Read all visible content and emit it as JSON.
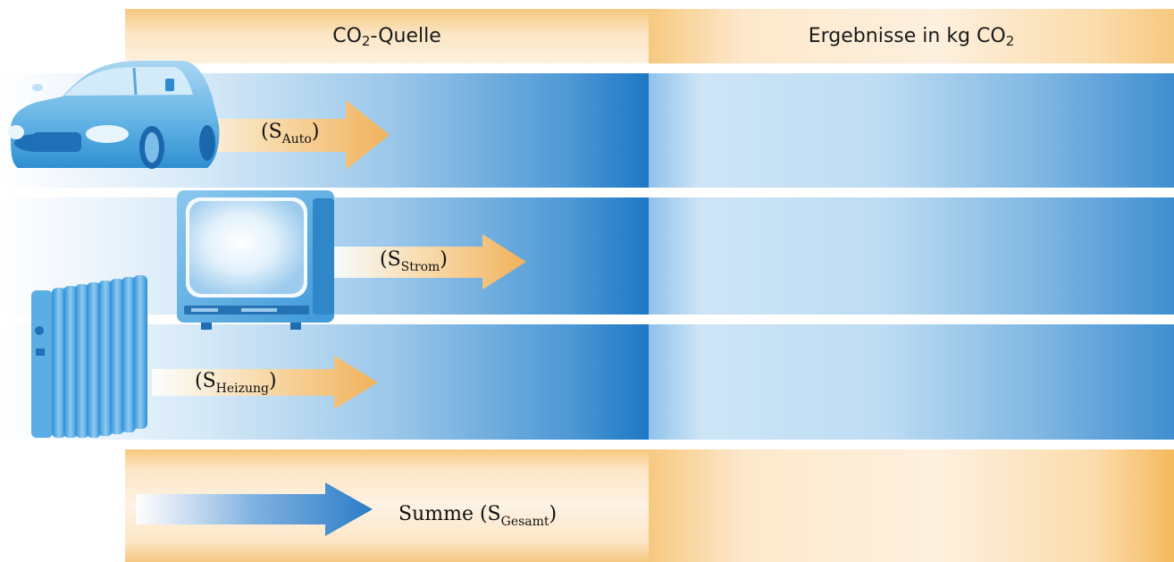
{
  "header": {
    "source_prefix": "CO",
    "source_sub": "2",
    "source_suffix": "-Quelle",
    "result_prefix": "Ergebnisse in kg CO",
    "result_sub": "2"
  },
  "rows": [
    {
      "icon": "car-icon",
      "open": "(S",
      "sub": "Auto",
      "close": ")"
    },
    {
      "icon": "tv-icon",
      "open": "(S",
      "sub": "Strom",
      "close": ")"
    },
    {
      "icon": "radiator-icon",
      "open": "(S",
      "sub": "Heizung",
      "close": ")"
    }
  ],
  "summary": {
    "prefix": "Summe (S",
    "sub": "Gesamt",
    "close": ")"
  },
  "colors": {
    "orange": "#f6c77f",
    "blue": "#1d77c4",
    "arrow_orange": "#f2b663"
  }
}
